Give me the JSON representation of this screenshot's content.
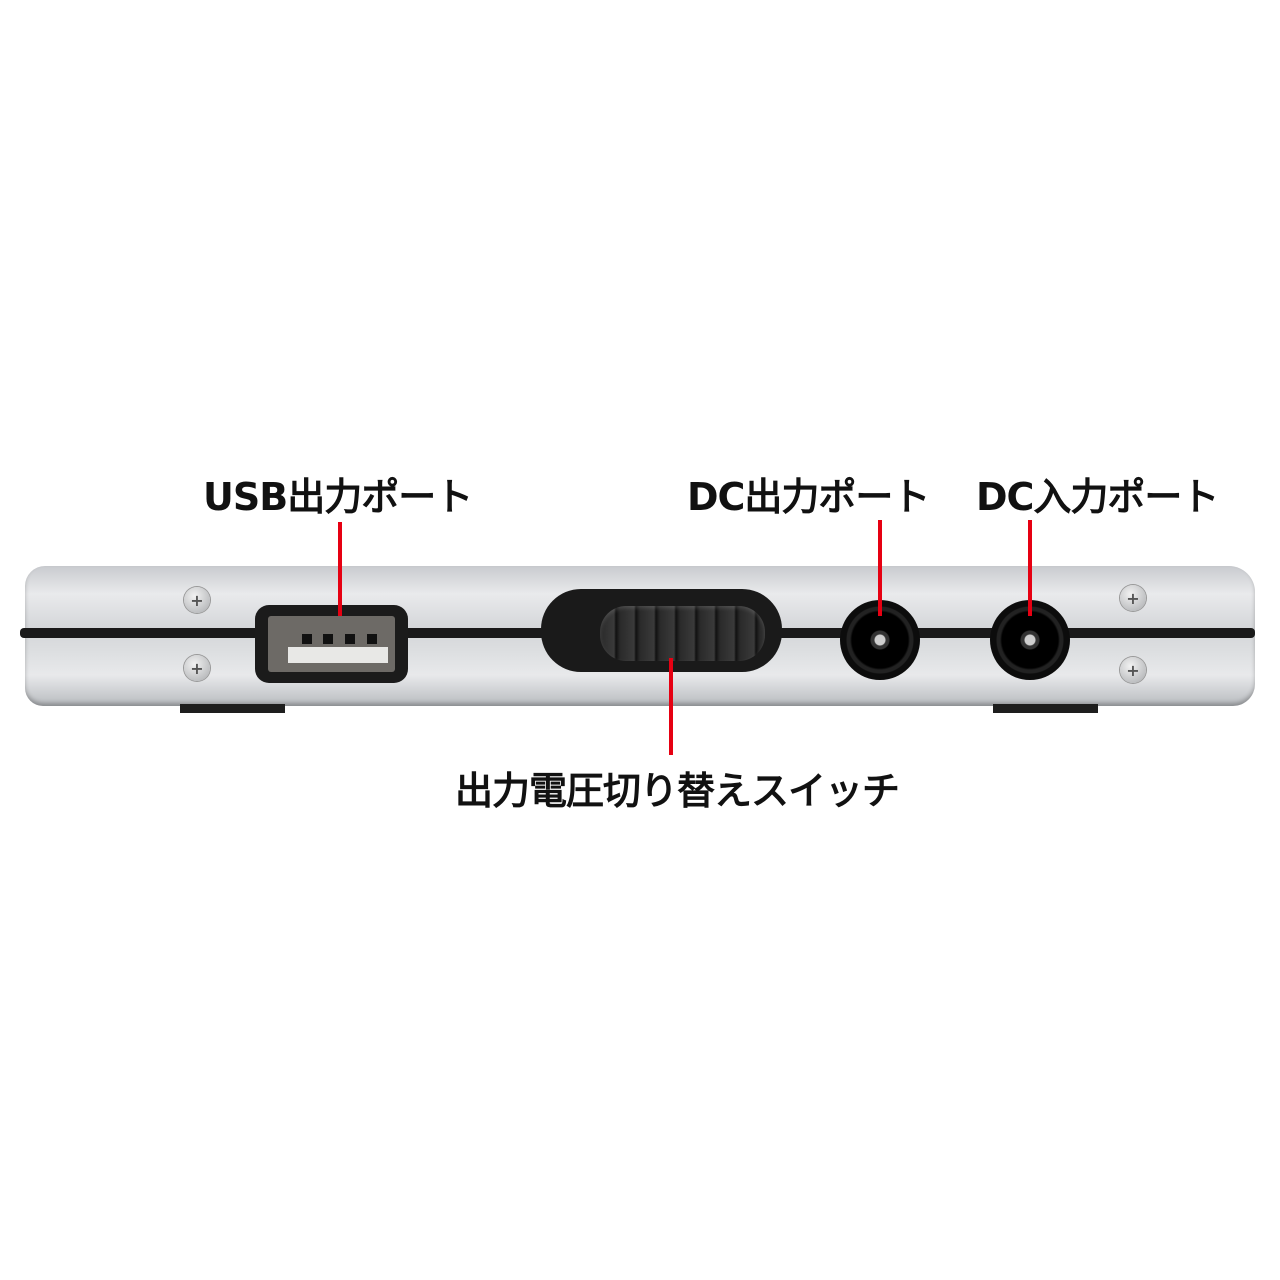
{
  "labels": {
    "usb_output_port": "USB出力ポート",
    "dc_output_port": "DC出力ポート",
    "dc_input_port": "DC入力ポート",
    "voltage_switch": "出力電圧切り替えスイッチ"
  },
  "colors": {
    "leader_line": "#e60012",
    "text": "#111111"
  }
}
